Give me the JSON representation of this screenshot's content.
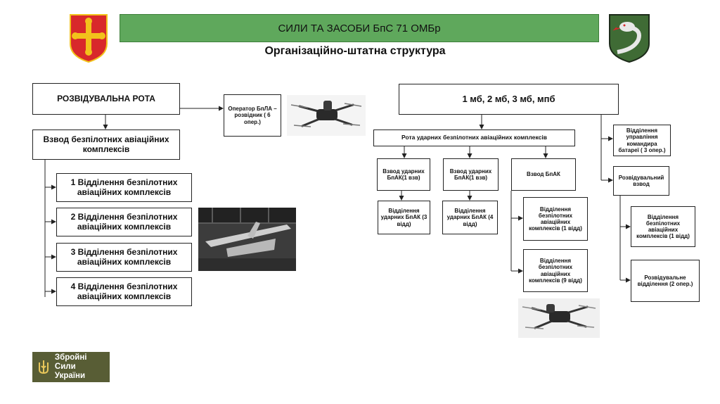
{
  "header": {
    "title": "СИЛИ ТА ЗАСОБИ БпС 71 ОМБр",
    "subtitle": "Організаційно-штатна структура"
  },
  "left": {
    "company": "РОЗВІДУВАЛЬНА РОТА",
    "platoon": "Взвод безпілотних авіаційних комплексів",
    "squads": [
      "1 Відділення безпілотних авіаційних комплексів",
      "2 Відділення безпілотних авіаційних комплексів",
      "3 Відділення безпілотних авіаційних комплексів",
      "4 Відділення безпілотних авіаційних комплексів"
    ],
    "operator": "Оператор БпЛА – розвідник ( 6 опер.)"
  },
  "right": {
    "battalions": "1 мб, 2 мб, 3 мб, мпб",
    "strike_company": "Рота ударних безпілотних авіаційних комплексів",
    "platoons": [
      "Взвод ударних БпАК(1 взв)",
      "Взвод ударних БпАК(1 взв)",
      "Взвод БпАК"
    ],
    "squads": [
      "Відділення ударних БпАК (3 відд)",
      "Відділення ударних БпАК (4 відд)",
      "Відділення безпілотних авіаційних комплексів (1 відд)",
      "Відділення безпілотних авіаційних комплексів (9 відд)"
    ],
    "command_squad": "Відділення управління командира батареї ( 3 опер.)",
    "recon_platoon": "Розвідувальний взвод",
    "recon_uav_squad": "Відділення безпілотних авіаційних комплексів (1 відд)",
    "recon_squads": "Розвідувальне відділення (2 опер.)"
  },
  "footer": {
    "logo_line1": "Збройні Сили",
    "logo_line2": "України"
  },
  "colors": {
    "banner": "#5fa85c",
    "emblem_left_bg": "#d8282b",
    "emblem_left_cross": "#f2c21b",
    "emblem_right_bg": "#3f6b35",
    "logo_bg": "#585d35"
  }
}
